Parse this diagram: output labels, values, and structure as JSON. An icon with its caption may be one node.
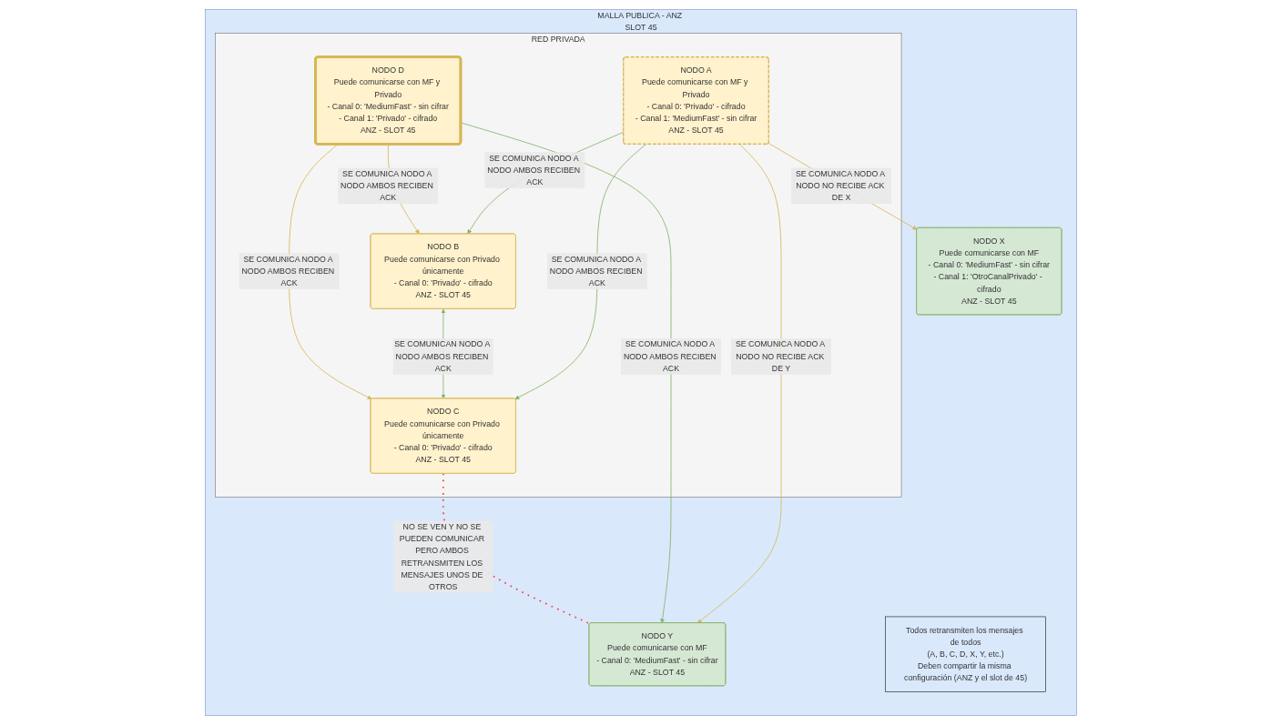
{
  "diagram": {
    "nodes": [
      {
        "text": [
          "MALLA PUBLICA - ANZ SLOT 45"
        ]
      },
      {
        "text": [
          "RED PRIVADA"
        ],
        "in": 0
      },
      {
        "text": [
          "NODO A",
          "Puede comunicarse con MF y Privado",
          "- Canal 0: 'Privado' - cifrado",
          "- Canal 1: 'MediumFast' - sin cifrar",
          "ANZ - SLOT 45"
        ],
        "in": 1
      },
      {
        "text": [
          "NODO B",
          "Puede comunicarse con Privado únicamente",
          "- Canal 0: 'Privado' - cifrado",
          "ANZ - SLOT 45"
        ],
        "in": 1
      },
      {
        "text": [
          "NODO C",
          "Puede comunicarse con Privado únicamente",
          "- Canal 0: 'Privado' - cifrado",
          "ANZ - SLOT 45"
        ],
        "in": 1
      },
      {
        "text": [
          "NODO D",
          "Puede comunicarse con MF y Privado",
          "- Canal 0: 'MediumFast' - sin cifrar",
          "- Canal 1: 'Privado' - cifrado",
          "ANZ - SLOT 45"
        ],
        "in": 1
      },
      {
        "text": [
          "NODO X",
          "Puede comunicarse con MF",
          "- Canal 0: 'MediumFast' - sin cifrar",
          "- Canal 1: 'OtroCanalPrivado' - cifrado",
          "ANZ - SLOT 45"
        ],
        "in": 0
      },
      {
        "text": [
          "NODO Y",
          "Puede comunicarse con MF",
          "- Canal 0: 'MediumFast' - sin cifrar",
          "ANZ - SLOT 45"
        ],
        "in": 0
      },
      {
        "text": [
          "Todos retransmiten los mensajes de todos",
          "(A, B, C, D, X, Y, etc.)",
          "Deben compartir la misma configuración (ANZ y el slot de 45)"
        ],
        "in": 0
      }
    ],
    "edges": [
      {
        "from": 2,
        "to": 3,
        "arrow": "to",
        "label": "SE COMUNICA NODO A NODO AMBOS RECIBEN ACK"
      },
      {
        "from": 2,
        "to": 4,
        "arrow": "to",
        "label": "SE COMUNICA NODO A NODO AMBOS RECIBEN ACK"
      },
      {
        "from": 3,
        "to": 4,
        "arrow": "both",
        "label": "SE COMUNICAN NODO A NODO AMBOS RECIBEN ACK"
      },
      {
        "from": 5,
        "to": 3,
        "arrow": "to",
        "label": "SE COMUNICA NODO A NODO AMBOS RECIBEN ACK",
        "color": "#d6b656"
      },
      {
        "from": 5,
        "to": 4,
        "arrow": "to",
        "label": "SE COMUNICA NODO A NODO AMBOS RECIBEN ACK",
        "color": "#d6b656"
      },
      {
        "from": 2,
        "to": 6,
        "arrow": "to",
        "label": "SE COMUNICA NODO A NODO NO RECIBE ACK DE X",
        "color": "#d6b656"
      },
      {
        "from": 2,
        "to": 7,
        "arrow": "to",
        "label": "SE COMUNICA NODO A NODO NO RECIBE ACK DE Y",
        "color": "#d6b656"
      },
      {
        "from": 5,
        "to": 7,
        "arrow": "to",
        "label": "SE COMUNICA NODO A NODO AMBOS RECIBEN ACK"
      },
      {
        "from": 4,
        "to": 7,
        "arrow": "none",
        "label": "NO SE VEN Y NO SE PUEDEN COMUNICAR PERO AMBOS RETRANSMITEN LOS MENSAJES UNOS DE OTROS",
        "style": "dashed",
        "color": "#ff3333"
      }
    ]
  }
}
